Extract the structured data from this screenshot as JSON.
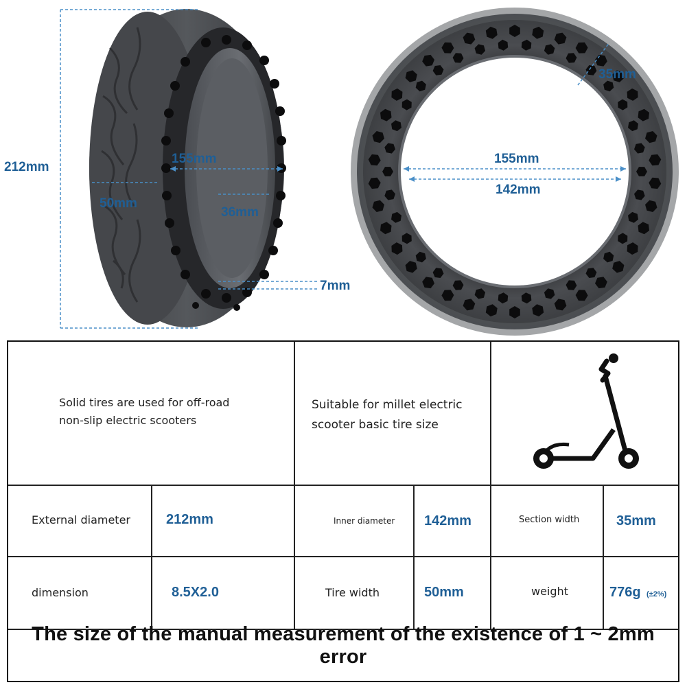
{
  "dimensions": {
    "outer_height": "212mm",
    "inner_label_side": "155mm",
    "tire_width_side": "50mm",
    "section_side": "36mm",
    "rim_thickness": "7mm",
    "inner_label_front": "155mm",
    "inner_diameter_front": "142mm",
    "section_front": "35mm"
  },
  "intro": {
    "left_text_line1": "Solid tires are used for off-road",
    "left_text_line2": "non-slip electric scooters",
    "mid_text_line1": "Suitable for millet electric",
    "mid_text_line2": "scooter basic tire size"
  },
  "specs": {
    "external_diameter_label": "External diameter",
    "external_diameter_value": "212mm",
    "inner_diameter_label": "Inner diameter",
    "inner_diameter_value": "142mm",
    "section_width_label": "Section width",
    "section_width_value": "35mm",
    "dimension_label": "dimension",
    "dimension_value": "8.5X2.0",
    "tire_width_label": "Tire width",
    "tire_width_value": "50mm",
    "weight_label": "weight",
    "weight_value": "776g",
    "weight_tolerance": "(±2%)"
  },
  "footer": {
    "note": "The size of the manual measurement of the existence of 1 ~ 2mm error"
  },
  "icons": [
    "electric-scooter-icon"
  ],
  "colors": {
    "dimension_text": "#1f5f96",
    "dimension_lines": "#4a8fc8",
    "tire_rubber": "#3d3f42",
    "tire_holes": "#0d0d0e"
  }
}
